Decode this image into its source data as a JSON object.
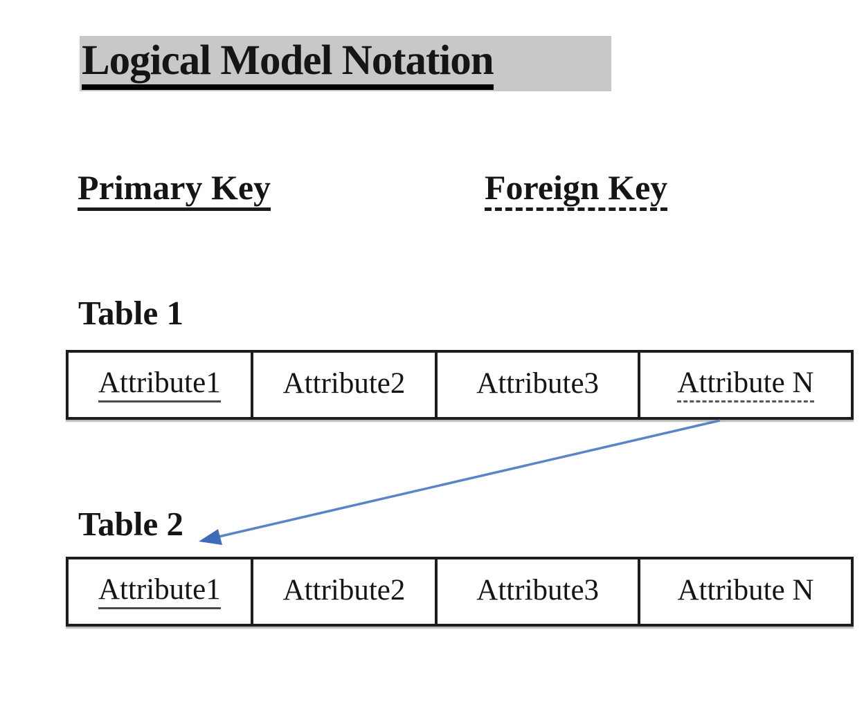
{
  "title": {
    "text": "Logical Model Notation",
    "highlight_color": "#c8c8c8"
  },
  "legend": {
    "primary_key": {
      "label": "Primary Key",
      "notation": "solid-underline"
    },
    "foreign_key": {
      "label": "Foreign Key",
      "notation": "dashed-underline"
    }
  },
  "tables": [
    {
      "label": "Table 1",
      "columns": [
        {
          "text": "Attribute1",
          "key_role": "primary-key",
          "underline": "solid"
        },
        {
          "text": "Attribute2",
          "key_role": "none",
          "underline": "none"
        },
        {
          "text": "Attribute3",
          "key_role": "none",
          "underline": "none"
        },
        {
          "text": "Attribute N",
          "key_role": "foreign-key",
          "underline": "dashed"
        }
      ]
    },
    {
      "label": "Table 2",
      "columns": [
        {
          "text": "Attribute1",
          "key_role": "primary-key",
          "underline": "solid"
        },
        {
          "text": "Attribute2",
          "key_role": "none",
          "underline": "none"
        },
        {
          "text": "Attribute3",
          "key_role": "none",
          "underline": "none"
        },
        {
          "text": "Attribute N",
          "key_role": "none",
          "underline": "none"
        }
      ]
    }
  ],
  "relationship_arrow": {
    "from": "Table 1 / Attribute N",
    "to": "Table 2",
    "line_color": "#5b84c8",
    "head_color": "#3f6cb8"
  }
}
